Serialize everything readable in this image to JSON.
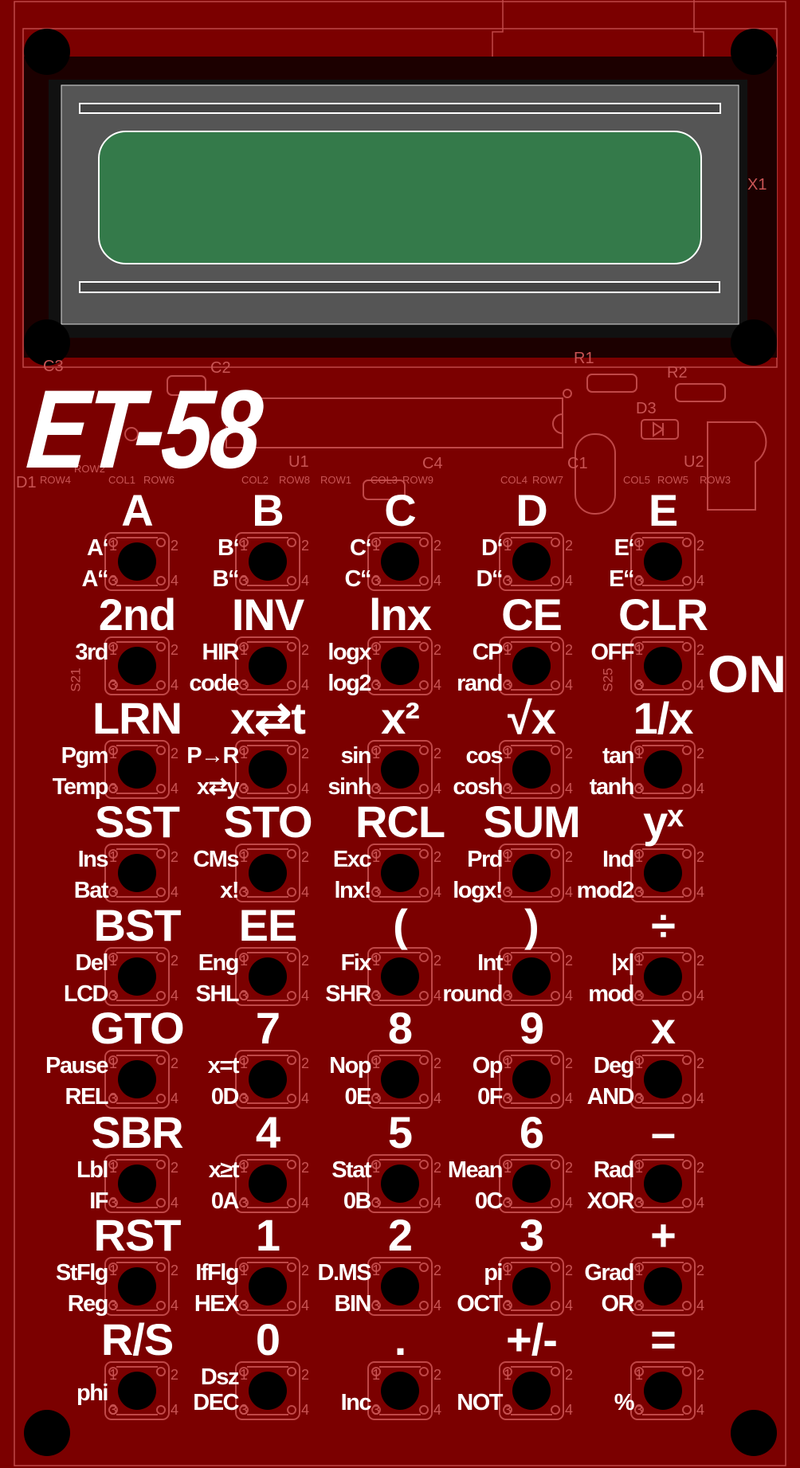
{
  "logo": "ET-58",
  "on_label": "ON",
  "pins": [
    "1",
    "2",
    "3",
    "4"
  ],
  "silkscreen": [
    "C3",
    "C2",
    "D1",
    "U1",
    "C4",
    "R1",
    "R2",
    "D3",
    "C1",
    "U2",
    "X1",
    "ROW4",
    "ROW2",
    "COL1",
    "ROW6",
    "COL2",
    "ROW8",
    "ROW1",
    "COL3",
    "ROW9",
    "COL4",
    "ROW7",
    "COL5",
    "ROW5",
    "ROW3",
    "S21",
    "S25"
  ],
  "colors": {
    "board": "#7b0000",
    "silk": "#c85454",
    "lcd_green": "#347a4a",
    "lcd_bezel": "#555555"
  },
  "keys": [
    [
      {
        "main": "A",
        "upper": "A‘",
        "lower": "A“"
      },
      {
        "main": "B",
        "upper": "B‘",
        "lower": "B“"
      },
      {
        "main": "C",
        "upper": "C‘",
        "lower": "C“"
      },
      {
        "main": "D",
        "upper": "D‘",
        "lower": "D“"
      },
      {
        "main": "E",
        "upper": "E‘",
        "lower": "E“"
      }
    ],
    [
      {
        "main": "2nd",
        "upper": "3rd",
        "lower": ""
      },
      {
        "main": "INV",
        "upper": "HIR",
        "lower": "code"
      },
      {
        "main": "lnx",
        "upper": "logx",
        "lower": "log2"
      },
      {
        "main": "CE",
        "upper": "CP",
        "lower": "rand"
      },
      {
        "main": "CLR",
        "upper": "OFF",
        "lower": ""
      }
    ],
    [
      {
        "main": "LRN",
        "upper": "Pgm",
        "lower": "Temp"
      },
      {
        "main": "x⇄t",
        "upper": "P→R",
        "lower": "x⇄y"
      },
      {
        "main": "x²",
        "upper": "sin",
        "lower": "sinh"
      },
      {
        "main": "√x",
        "upper": "cos",
        "lower": "cosh"
      },
      {
        "main": "1/x",
        "upper": "tan",
        "lower": "tanh"
      }
    ],
    [
      {
        "main": "SST",
        "upper": "Ins",
        "lower": "Bat"
      },
      {
        "main": "STO",
        "upper": "CMs",
        "lower": "x!"
      },
      {
        "main": "RCL",
        "upper": "Exc",
        "lower": "lnx!"
      },
      {
        "main": "SUM",
        "upper": "Prd",
        "lower": "logx!"
      },
      {
        "main": "yˣ",
        "upper": "Ind",
        "lower": "mod2"
      }
    ],
    [
      {
        "main": "BST",
        "upper": "Del",
        "lower": "LCD"
      },
      {
        "main": "EE",
        "upper": "Eng",
        "lower": "SHL"
      },
      {
        "main": "(",
        "upper": "Fix",
        "lower": "SHR"
      },
      {
        "main": ")",
        "upper": "Int",
        "lower": "round"
      },
      {
        "main": "÷",
        "upper": "|x|",
        "lower": "mod"
      }
    ],
    [
      {
        "main": "GTO",
        "upper": "Pause",
        "lower": "REL"
      },
      {
        "main": "7",
        "upper": "x=t",
        "lower": "0D"
      },
      {
        "main": "8",
        "upper": "Nop",
        "lower": "0E"
      },
      {
        "main": "9",
        "upper": "Op",
        "lower": "0F"
      },
      {
        "main": "x",
        "upper": "Deg",
        "lower": "AND"
      }
    ],
    [
      {
        "main": "SBR",
        "upper": "Lbl",
        "lower": "IF"
      },
      {
        "main": "4",
        "upper": "x≥t",
        "lower": "0A"
      },
      {
        "main": "5",
        "upper": "Stat",
        "lower": "0B"
      },
      {
        "main": "6",
        "upper": "Mean",
        "lower": "0C"
      },
      {
        "main": "–",
        "upper": "Rad",
        "lower": "XOR"
      }
    ],
    [
      {
        "main": "RST",
        "upper": "StFlg",
        "lower": "Reg"
      },
      {
        "main": "1",
        "upper": "IfFlg",
        "lower": "HEX"
      },
      {
        "main": "2",
        "upper": "D.MS",
        "lower": "BIN"
      },
      {
        "main": "3",
        "upper": "pi",
        "lower": "OCT"
      },
      {
        "main": "+",
        "upper": "Grad",
        "lower": "OR"
      }
    ],
    [
      {
        "main": "R/S",
        "middle": "phi"
      },
      {
        "main": "0",
        "upper": "Dsz",
        "lower": "DEC"
      },
      {
        "main": ".",
        "lower": "Inc"
      },
      {
        "main": "+/-",
        "lower": "NOT"
      },
      {
        "main": "=",
        "lower": "%"
      }
    ]
  ]
}
